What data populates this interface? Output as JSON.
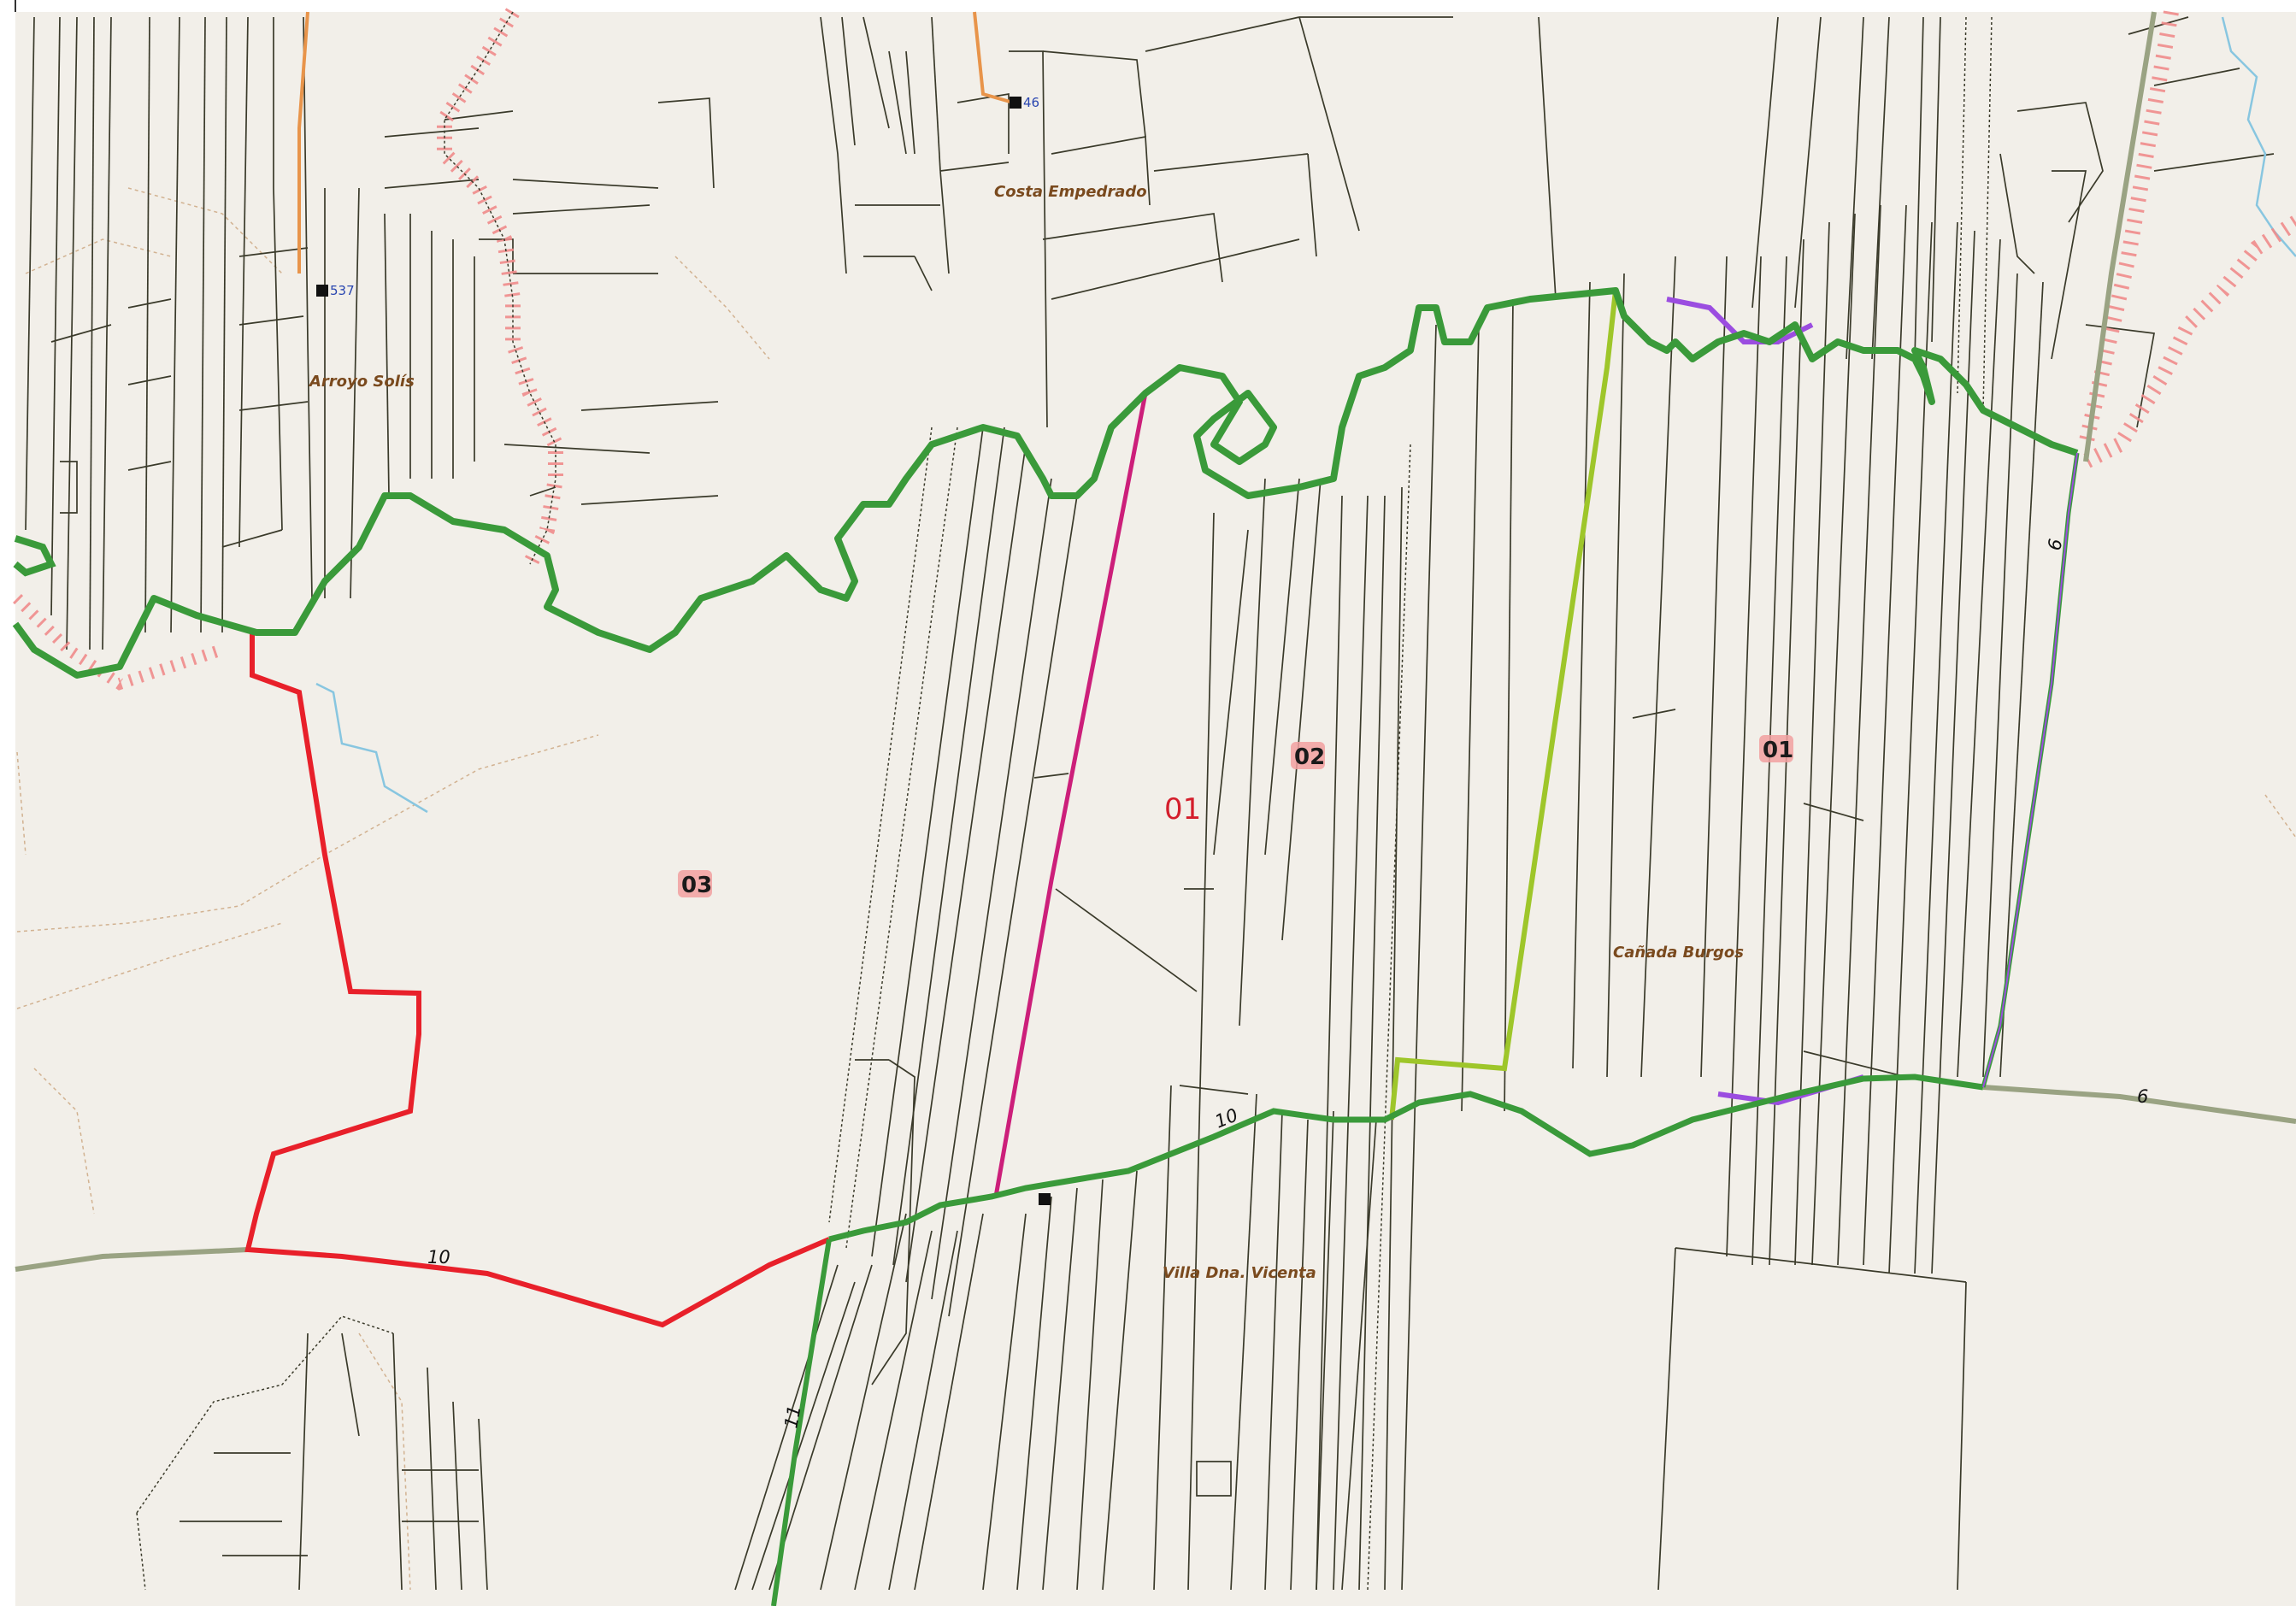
{
  "map": {
    "places": {
      "arroyo_solis": "Arroyo Solís",
      "costa_empedrado": "Costa Empedrado",
      "canada_burgos": "Cañada Burgos",
      "villa_dna_vicenta": "Villa Dna. Vicenta"
    },
    "districts": {
      "d01": "01",
      "d02": "02",
      "d03": "03"
    },
    "zone_label": "01",
    "roads": {
      "r10_west": "10",
      "r10_mid": "10",
      "r6_east": "6",
      "r6_north": "6",
      "r11": "11"
    },
    "house_numbers": {
      "h537": "537",
      "h46": "46"
    },
    "colors": {
      "background": "#f2efe9",
      "river": "#3a9a3a",
      "river_outline": "#1f6b1f",
      "boundary_magenta": "#cc1f7a",
      "boundary_red": "#e8202a",
      "boundary_lime": "#9ec62a",
      "boundary_purple": "#9b4de0",
      "road_grey_green": "#9aa383",
      "railway_pink": "#f08b8b",
      "stream": "#88c6e0",
      "minor_road_orange": "#e8944a"
    }
  }
}
